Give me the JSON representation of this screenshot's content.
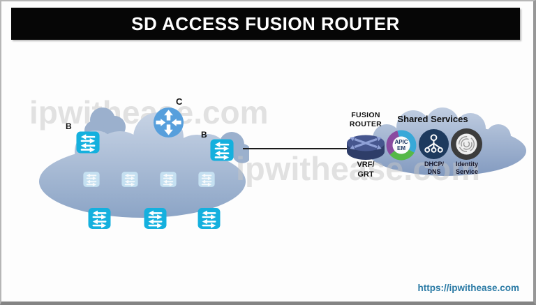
{
  "title": "SD ACCESS FUSION ROUTER",
  "watermark": {
    "text1": "ipwithease.com",
    "text2": "ipwithease.com"
  },
  "campus": {
    "border_switch_left_label": "B",
    "border_switch_right_label": "B",
    "control_router_label": "C"
  },
  "fusion": {
    "label_line1": "FUSION",
    "label_line2": "ROUTER",
    "vrf_line1": "VRF/",
    "vrf_line2": "GRT"
  },
  "shared": {
    "title": "Shared Services",
    "apic_line1": "APIC",
    "apic_line2": "EM",
    "dhcp_line1": "DHCP/",
    "dhcp_line2": "DNS",
    "identity_line1": "Identity",
    "identity_line2": "Service"
  },
  "footer": {
    "link": "https://ipwithease.com"
  },
  "colors": {
    "switch_cyan": "#14b0de",
    "faint_switch_blue": "#c7e3f3",
    "control_router_blue": "#579fdc",
    "fusion_router_navy": "#46568e",
    "campus_cloud_steel": "#8aa3c5",
    "shared_cloud_steel": "#8199bf",
    "dhcp_circle_navy": "#1d3a5e",
    "identity_circle_gray": "#3c3c3c",
    "apic_purple": "#8a4ba0",
    "apic_blue": "#38a8d8",
    "apic_green": "#56b848",
    "link_blue": "#2a7aa5",
    "title_bg": "#060606"
  }
}
